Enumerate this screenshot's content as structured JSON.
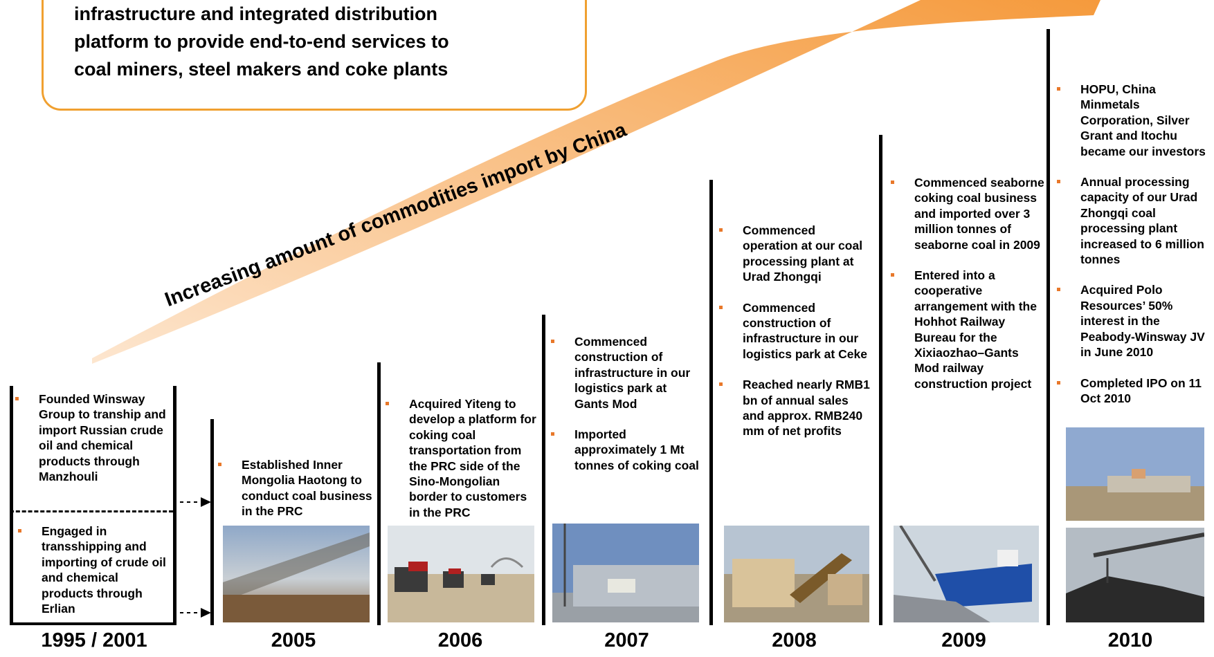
{
  "callout": {
    "lines": [
      "infrastructure and integrated distribution",
      "platform to provide end-to-end services to",
      "coal miners, steel makers and coke plants"
    ]
  },
  "arrow": {
    "label": "Increasing amount of commodities import by China"
  },
  "colors": {
    "accent": "#f0a030",
    "bullet": "#e8782a",
    "arrow_start": "#fde6cf",
    "arrow_end": "#f59a3c"
  },
  "columns": [
    {
      "year": "1995 / 2001",
      "bullets": [
        "Founded Winsway Group to tranship and import Russian crude oil and chemical products through Manzhouli",
        "Engaged in transshipping and importing of crude oil and chemical products through Erlian"
      ]
    },
    {
      "year": "2005",
      "bullets": [
        "Established Inner Mongolia Haotong to conduct coal business in the PRC"
      ],
      "photo": "fence-photo"
    },
    {
      "year": "2006",
      "bullets": [
        "Acquired Yiteng to develop a platform for coking coal transportation from the PRC side of the Sino-Mongolian border to customers in the PRC"
      ],
      "photo": "trucks-photo"
    },
    {
      "year": "2007",
      "bullets": [
        "Commenced construction of infrastructure in our logistics park at Gants Mod",
        "Imported approximately 1 Mt tonnes of coking coal"
      ],
      "photo": "warehouse-photo"
    },
    {
      "year": "2008",
      "bullets": [
        "Commenced operation at our coal processing plant at Urad Zhongqi",
        "Commenced construction of infrastructure in our logistics park at Ceke",
        "Reached nearly RMB1 bn of annual sales and approx. RMB240 mm of net profits"
      ],
      "photo": "plant-photo"
    },
    {
      "year": "2009",
      "bullets": [
        "Commenced seaborne coking coal business and imported over 3 million tonnes of seaborne coal in 2009",
        "Entered into a cooperative arrangement with the Hohhot Railway Bureau for the Xixiaozhao–Gants Mod railway construction project"
      ],
      "photo": "ship-photo"
    },
    {
      "year": "2010",
      "bullets": [
        "HOPU, China Minmetals Corporation, Silver Grant and Itochu became our investors",
        "Annual processing capacity of our Urad Zhongqi coal processing plant increased to 6 million tonnes",
        "Acquired Polo Resources’ 50% interest in the Peabody-Winsway JV in June 2010",
        "Completed IPO on 11 Oct 2010"
      ],
      "photos": [
        "facility-photo",
        "coal-pile-photo"
      ]
    }
  ]
}
